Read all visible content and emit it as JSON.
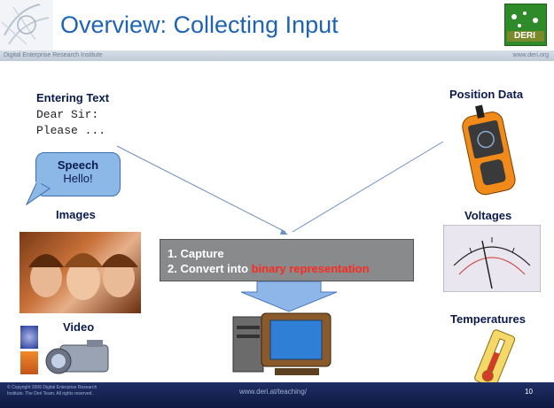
{
  "title": "Overview: Collecting Input",
  "subbar": {
    "left": "Digital Enterprise Research Institute",
    "right": "www.deri.org"
  },
  "logo_text": "DERI",
  "entering_text": {
    "heading": "Entering Text",
    "line1": "Dear Sir:",
    "line2": "Please ..."
  },
  "speech": {
    "heading": "Speech",
    "text": "Hello!"
  },
  "images_label": "Images",
  "video_label": "Video",
  "position_label": "Position Data",
  "voltages_label": "Voltages",
  "temperatures_label": "Temperatures",
  "process": {
    "step1": "1.  Capture",
    "step2_prefix": "2.  Convert into ",
    "step2_highlight": "binary representation"
  },
  "footer": {
    "copyright": "© Copyright 2006 Digital Enterprise Research Institute. The Deri Team. All rights reserved.",
    "url": "www.deri.at/teaching/",
    "page": "10"
  },
  "colors": {
    "title": "#1f63b5",
    "highlight": "#ff2a1e",
    "bubble": "#8bb8e6",
    "footer": "#0e1940"
  }
}
